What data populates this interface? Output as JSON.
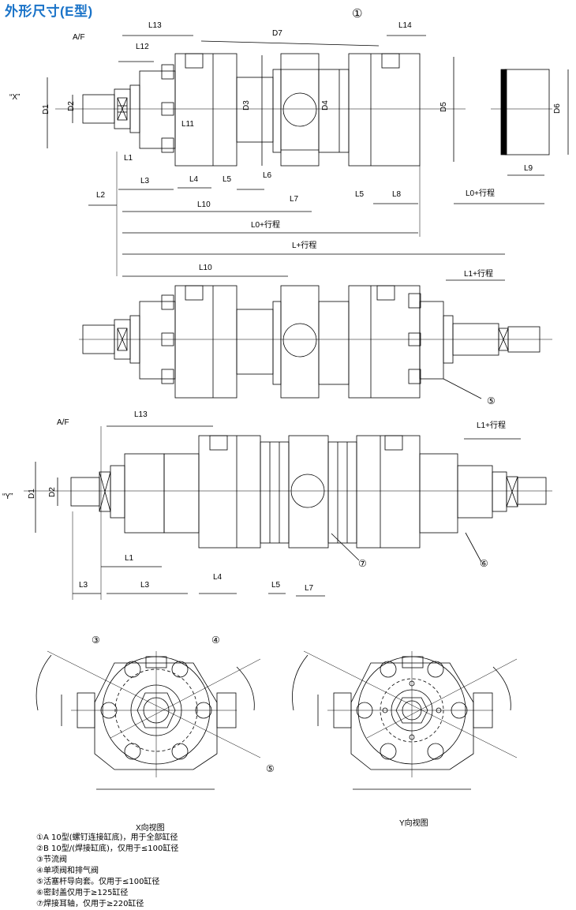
{
  "title": "外形尺寸(E型)",
  "views": {
    "x_caption": "X向视图",
    "y_caption": "Y向视图",
    "x_arrow": "“X”",
    "y_arrow": "“Y”"
  },
  "labels": {
    "af": "A/F",
    "l1": "L1",
    "l2": "L2",
    "l3": "L3",
    "l4": "L4",
    "l5": "L5",
    "l6": "L6",
    "l7": "L7",
    "l8": "L8",
    "l9": "L9",
    "l10": "L10",
    "l11": "L11",
    "l12": "L12",
    "l13": "L13",
    "l14": "L14",
    "d1": "D1",
    "d2": "D2",
    "d3": "D3",
    "d4": "D4",
    "d5": "D5",
    "d6": "D6",
    "d7": "D7",
    "l0_stroke": "L0+行程",
    "l_stroke": "L+行程",
    "l1_stroke": "L1+行程"
  },
  "callouts": {
    "c1": "①",
    "c3": "③",
    "c4": "④",
    "c5": "⑤",
    "c6": "⑥",
    "c7": "⑦"
  },
  "notes": [
    "①A 10型(螺钉连接缸底)，用于全部缸径",
    "②B 10型/(焊接缸底)，仅用于≤100缸径",
    "③节流阀",
    "④单项阀和排气阀",
    "⑤活塞杆导向套。仅用于≤100缸径",
    "⑥密封盖仅用于≥125缸径",
    "⑦焊接耳轴，仅用于≥220缸径"
  ]
}
